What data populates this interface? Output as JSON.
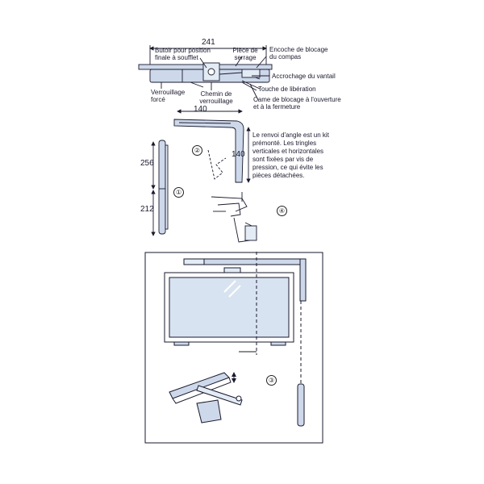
{
  "colors": {
    "ink": "#1a1a2e",
    "fill": "#cdd9ea",
    "light": "#e3ebf5",
    "glass": "#d8e3f1"
  },
  "labels": {
    "butoir": "Butoir pour position finale à soufflet",
    "piece": "Pièce de serrage",
    "encoche": "Encoche de blocage du compas",
    "accrochage": "Accrochage du vantail",
    "verrouillage": "Verrouillage forcé",
    "chemin": "Chemin de verrouillage",
    "touche": "Touche de libération",
    "came": "Came de blocage à l'ouverture et à la fermeture"
  },
  "dimensions": {
    "top_length": "241",
    "corner_h": "140",
    "corner_v": "140",
    "rod_upper": "256",
    "rod_lower": "212"
  },
  "note": "Le renvoi d'angle est un kit prémonté. Les tringles verticales et horizontales sont fixées par vis de pression, ce qui évite les pièces détachées.",
  "callouts": [
    "①",
    "②",
    "③",
    "④"
  ],
  "icons": [
    "window-frame-icon",
    "corner-drive-icon",
    "rod-icon",
    "hinge-icon"
  ]
}
